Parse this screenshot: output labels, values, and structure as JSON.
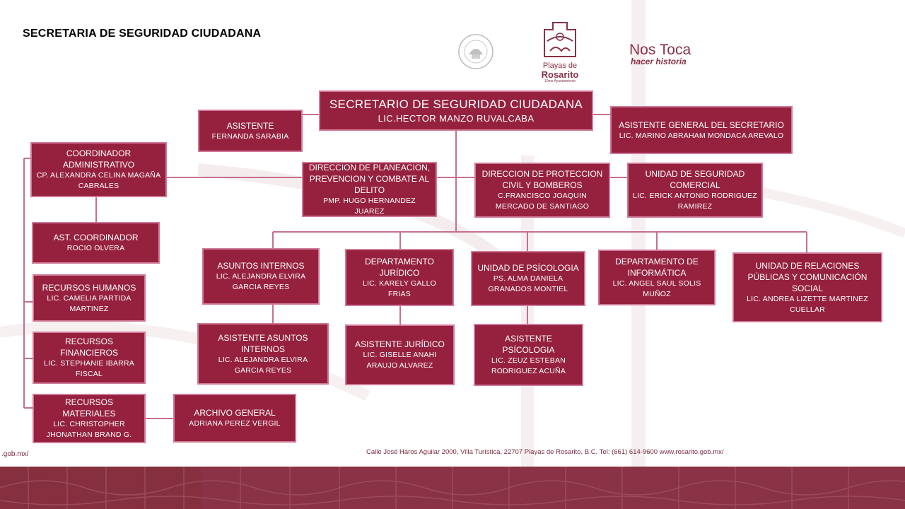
{
  "page_title": "SECRETARIA DE SEGURIDAD CIUDADANA",
  "logos": {
    "playas_line1": "Playas de",
    "playas_line2": "Rosarito",
    "playas_line3": "10mo Ayuntamiento",
    "slogan_line1": "Nos Toca",
    "slogan_line2": "hacer historia"
  },
  "org": {
    "secretario": {
      "title": "SECRETARIO DE SEGURIDAD CIUDADANA",
      "name": "LIC.HECTOR MANZO RUVALCABA"
    },
    "asistente": {
      "title": "ASISTENTE",
      "name": "FERNANDA SARABIA"
    },
    "asistente_general": {
      "title": "ASISTENTE GENERAL DEL SECRETARIO",
      "name": "LIC. MARINO ABRAHAM MONDACA AREVALO"
    },
    "coordinador": {
      "title": "COORDINADOR ADMINISTRATIVO",
      "name": "CP. ALEXANDRA CELINA MAGAÑA CABRALES"
    },
    "ast_coordinador": {
      "title": "AST. COORDINADOR",
      "name": "ROCIO OLVERA"
    },
    "recursos_humanos": {
      "title": "RECURSOS HUMANOS",
      "name": "LIC. CAMELIA PARTIDA MARTINEZ"
    },
    "recursos_financieros": {
      "title": "RECURSOS FINANCIEROS",
      "name": "LIC. STEPHANIE IBARRA FISCAL"
    },
    "recursos_materiales": {
      "title": "RECURSOS MATERIALES",
      "name": "LIC. CHRISTOPHER JHONATHAN BRAND G."
    },
    "archivo_general": {
      "title": "ARCHIVO GENERAL",
      "name": "ADRIANA PEREZ VERGIL"
    },
    "planeacion": {
      "title": "DIRECCION DE PLANEACION, PREVENCION Y COMBATE AL DELITO",
      "name": "PMP. HUGO HERNANDEZ JUAREZ"
    },
    "proteccion_civil": {
      "title": "DIRECCION DE PROTECCION CIVIL Y BOMBEROS",
      "name": "C.FRANCISCO JOAQUIN MERCADO DE SANTIAGO"
    },
    "seguridad_comercial": {
      "title": "UNIDAD DE SEGURIDAD COMERCIAL",
      "name": "LIC. ERICK ANTONIO RODRIGUEZ RAMIREZ"
    },
    "asuntos_internos": {
      "title": "ASUNTOS INTERNOS",
      "name": "LIC. ALEJANDRA ELVIRA GARCIA REYES"
    },
    "juridico": {
      "title": "DEPARTAMENTO JURÍDICO",
      "name": "LIC. KARELY GALLO FRIAS"
    },
    "psicologia": {
      "title": "UNIDAD DE PSÍCOLOGIA",
      "name": "PS. ALMA DANIELA GRANADOS MONTIEL"
    },
    "informatica": {
      "title": "DEPARTAMENTO DE INFORMÁTICA",
      "name": "LIC. ANGEL SAUL SOLIS MUÑOZ"
    },
    "relaciones_publicas": {
      "title": "UNIDAD DE RELACIONES PÚBLICAS Y COMUNICACIÓN SOCIAL",
      "name": "LIC. ANDREA LIZETTE MARTINEZ CUELLAR"
    },
    "asistente_asuntos": {
      "title": "ASISTENTE ASUNTOS INTERNOS",
      "name": "LIC. ALEJANDRA ELVIRA GARCIA REYES"
    },
    "asistente_juridico": {
      "title": "ASISTENTE JURÍDICO",
      "name": "LIC. GISELLE ANAHI ARAUJO ALVAREZ"
    },
    "asistente_psicologia": {
      "title": "ASISTENTE PSÍCOLOGIA",
      "name": "LIC. ZEUZ ESTEBAN RODRIGUEZ ACUÑA"
    }
  },
  "footer": {
    "link": ".gob.mx/",
    "address": "Calle José Haros Aguilar 2000, Villa Turística, 22707 Playas de Rosarito, B.C. Tel: (661) 614-9600  www.rosarito.gob.mx/"
  },
  "colors": {
    "box_fill": "#96213f",
    "box_border": "#d07a98",
    "connector": "#c4708f",
    "footer_band": "#8a3246"
  }
}
